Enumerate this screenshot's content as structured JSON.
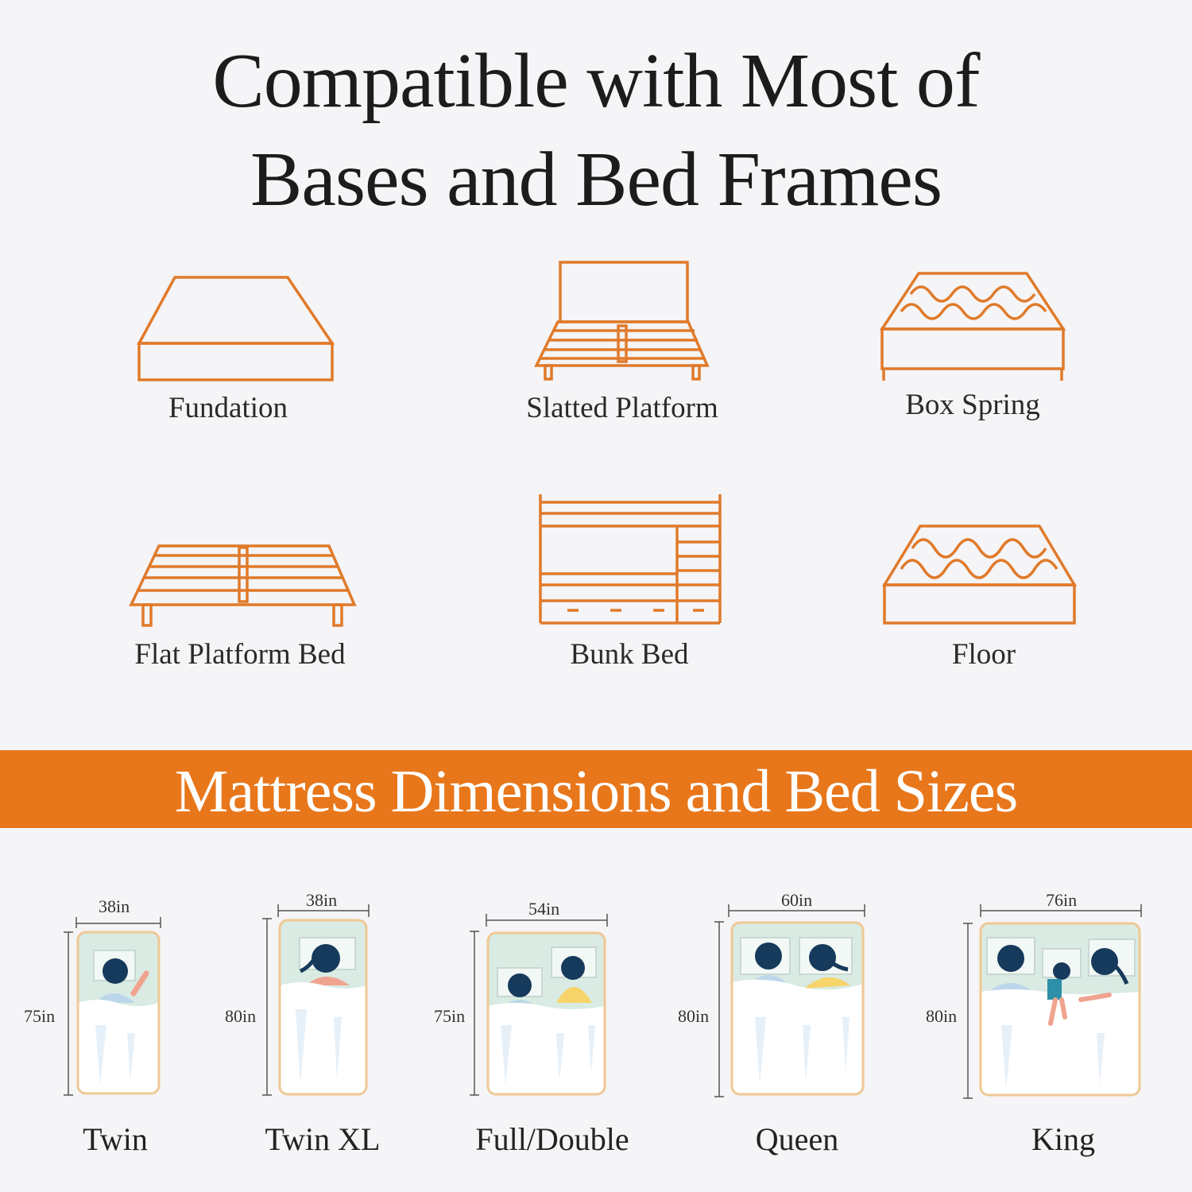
{
  "header": {
    "title_line1": "Compatible with Most of",
    "title_line2": "Bases and Bed Frames"
  },
  "bases": [
    {
      "label": "Fundation",
      "icon": "foundation-icon"
    },
    {
      "label": "Slatted Platform",
      "icon": "slatted-platform-icon"
    },
    {
      "label": "Box Spring",
      "icon": "box-spring-icon"
    },
    {
      "label": "Flat Platform Bed",
      "icon": "flat-platform-bed-icon"
    },
    {
      "label": "Bunk Bed",
      "icon": "bunk-bed-icon"
    },
    {
      "label": "Floor",
      "icon": "floor-icon"
    }
  ],
  "banner": {
    "text": "Mattress Dimensions and Bed Sizes"
  },
  "sizes": [
    {
      "name": "Twin",
      "width": "38in",
      "length": "75in"
    },
    {
      "name": "Twin XL",
      "width": "38in",
      "length": "80in"
    },
    {
      "name": "Full/Double",
      "width": "54in",
      "length": "75in"
    },
    {
      "name": "Queen",
      "width": "60in",
      "length": "80in"
    },
    {
      "name": "King",
      "width": "76in",
      "length": "80in"
    }
  ],
  "colors": {
    "accent": "#e8771b",
    "background": "#f5f4f6",
    "pillow_area": "#d9ebe3",
    "person": "#163a5c"
  }
}
